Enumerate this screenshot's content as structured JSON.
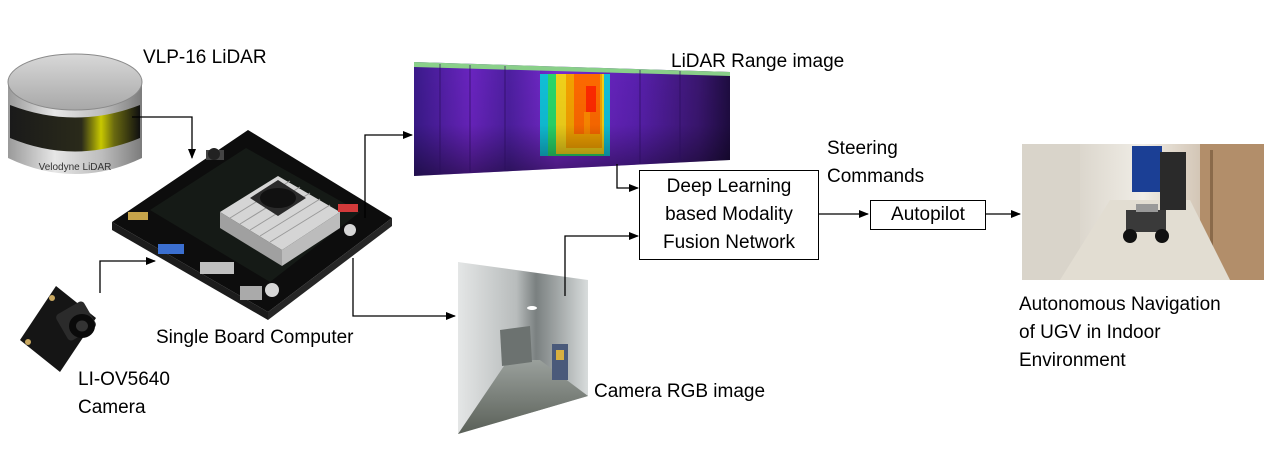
{
  "labels": {
    "lidar_sensor": "VLP-16 LiDAR",
    "lidar_brand": "Velodyne LiDAR",
    "camera_sensor": [
      "LI-OV5640",
      "Camera"
    ],
    "computer": "Single Board Computer",
    "range_image": "LiDAR Range image",
    "rgb_image": "Camera RGB image",
    "steering": [
      "Steering",
      "Commands"
    ],
    "result": [
      "Autonomous Navigation",
      "of UGV in Indoor",
      "Environment"
    ]
  },
  "boxes": {
    "fusion": [
      "Deep Learning",
      "based Modality",
      "Fusion Network"
    ],
    "autopilot": "Autopilot"
  },
  "colors": {
    "range_bg": "#5a1fa8",
    "range_hot": "#f5a300",
    "arrow": "#000000"
  }
}
